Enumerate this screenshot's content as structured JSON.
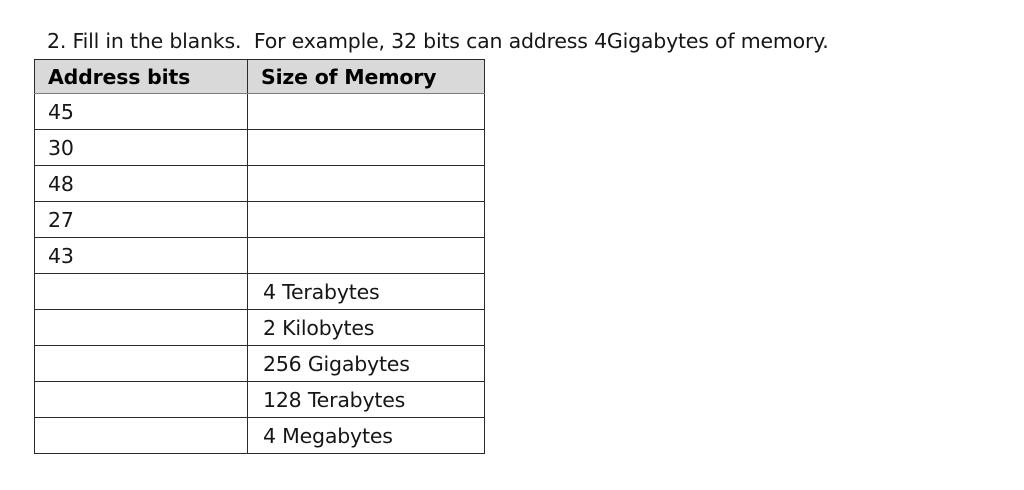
{
  "question": {
    "number": "2.",
    "text": "2. Fill in the blanks.  For example, 32 bits can address 4Gigabytes of memory."
  },
  "table": {
    "columns": [
      {
        "key": "address_bits",
        "header": "Address bits"
      },
      {
        "key": "size_of_memory",
        "header": "Size of Memory"
      }
    ],
    "rows": [
      {
        "address_bits": "45",
        "size_of_memory": ""
      },
      {
        "address_bits": "30",
        "size_of_memory": ""
      },
      {
        "address_bits": "48",
        "size_of_memory": ""
      },
      {
        "address_bits": "27",
        "size_of_memory": ""
      },
      {
        "address_bits": "43",
        "size_of_memory": ""
      },
      {
        "address_bits": "",
        "size_of_memory": "4 Terabytes"
      },
      {
        "address_bits": "",
        "size_of_memory": "2 Kilobytes"
      },
      {
        "address_bits": "",
        "size_of_memory": "256 Gigabytes"
      },
      {
        "address_bits": "",
        "size_of_memory": "128 Terabytes"
      },
      {
        "address_bits": "",
        "size_of_memory": "4 Megabytes"
      }
    ]
  },
  "colors": {
    "page_background": "#ffffff",
    "header_fill": "#d9d9d9",
    "border": "#2b2b2b",
    "text": "#161616"
  }
}
